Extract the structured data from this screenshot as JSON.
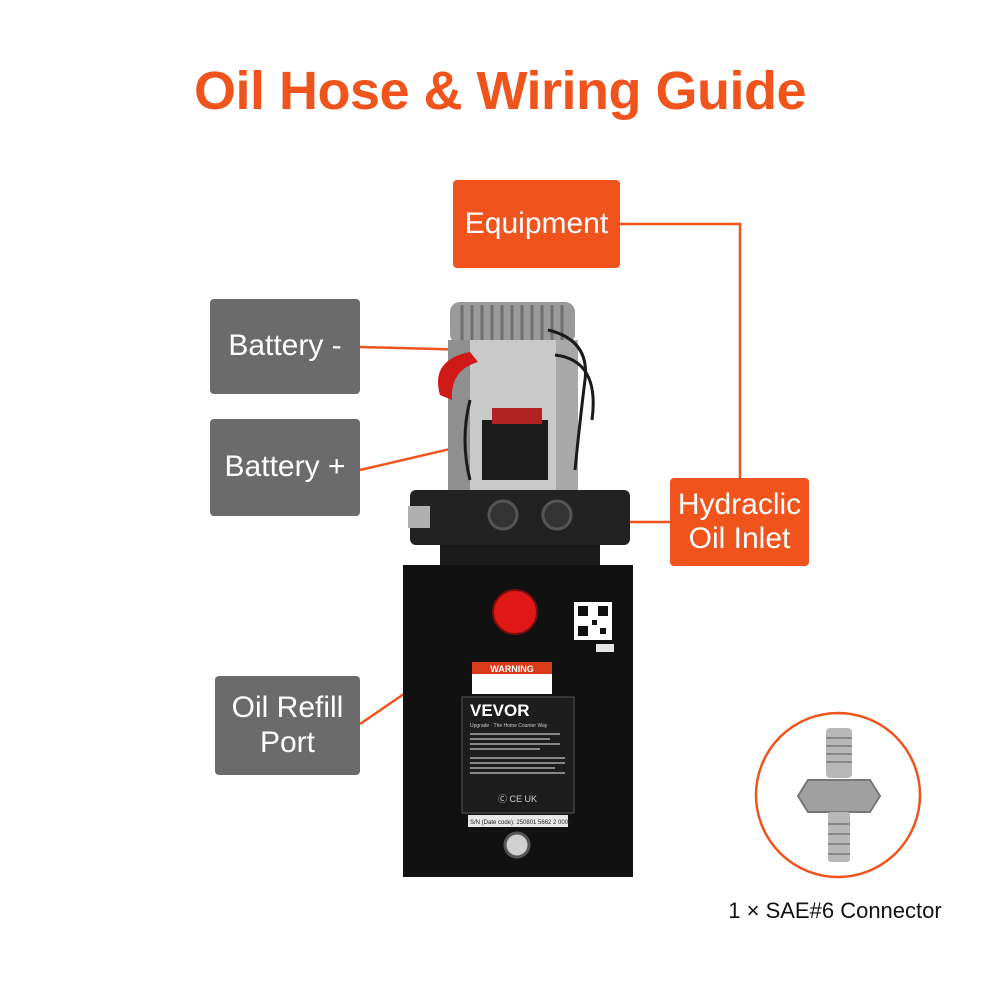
{
  "title": "Oil Hose & Wiring Guide",
  "labels": {
    "equipment": "Equipment",
    "battery_neg": "Battery -",
    "battery_pos": "Battery +",
    "hydraulic_inlet_line1": "Hydraclic",
    "hydraulic_inlet_line2": "Oil Inlet",
    "oil_refill_line1": "Oil Refill",
    "oil_refill_line2": "Port"
  },
  "product_label": {
    "warning": "WARNING",
    "brand": "VEVOR",
    "tagline": "Upgrade · The Home Counter Way",
    "serial": "S/N (Date code): 250801 5662 2 0001"
  },
  "connector_caption": "1 × SAE#6 Connector",
  "colors": {
    "accent": "#f0531c",
    "grey_box": "#6b6b6b"
  }
}
